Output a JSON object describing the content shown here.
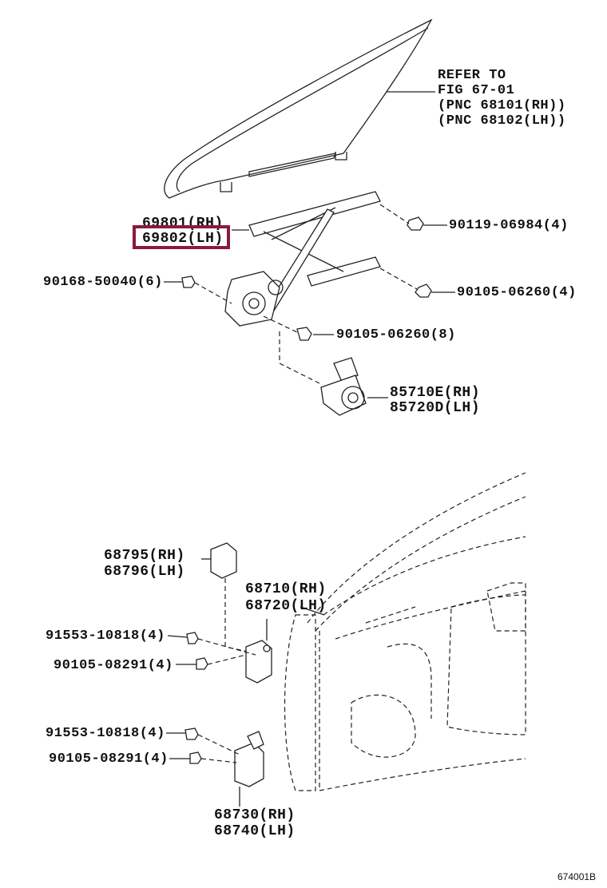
{
  "refer_note": {
    "line1": "REFER TO",
    "line2": "FIG 67-01",
    "line3": "(PNC 68101(RH))",
    "line4": "(PNC 68102(LH))"
  },
  "parts": {
    "regulator_rh": "69801(RH)",
    "regulator_lh": "69802(LH)",
    "bolt_90119": "90119-06984(4)",
    "bolt_90168": "90168-50040(6)",
    "bolt_90105_a": "90105-06260(4)",
    "bolt_90105_b": "90105-06260(8)",
    "motor_rh": "85710E(RH)",
    "motor_lh": "85720D(LH)",
    "cover_rh": "68795(RH)",
    "cover_lh": "68796(LH)",
    "upper_hinge_rh": "68710(RH)",
    "upper_hinge_lh": "68720(LH)",
    "bolt_91553_a": "91553-10818(4)",
    "bolt_90105_08291_a": "90105-08291(4)",
    "bolt_91553_b": "91553-10818(4)",
    "bolt_90105_08291_b": "90105-08291(4)",
    "lower_hinge_rh": "68730(RH)",
    "lower_hinge_lh": "68740(LH)"
  },
  "diagram_code": "674001B",
  "highlight_color": "#8b1a3a"
}
